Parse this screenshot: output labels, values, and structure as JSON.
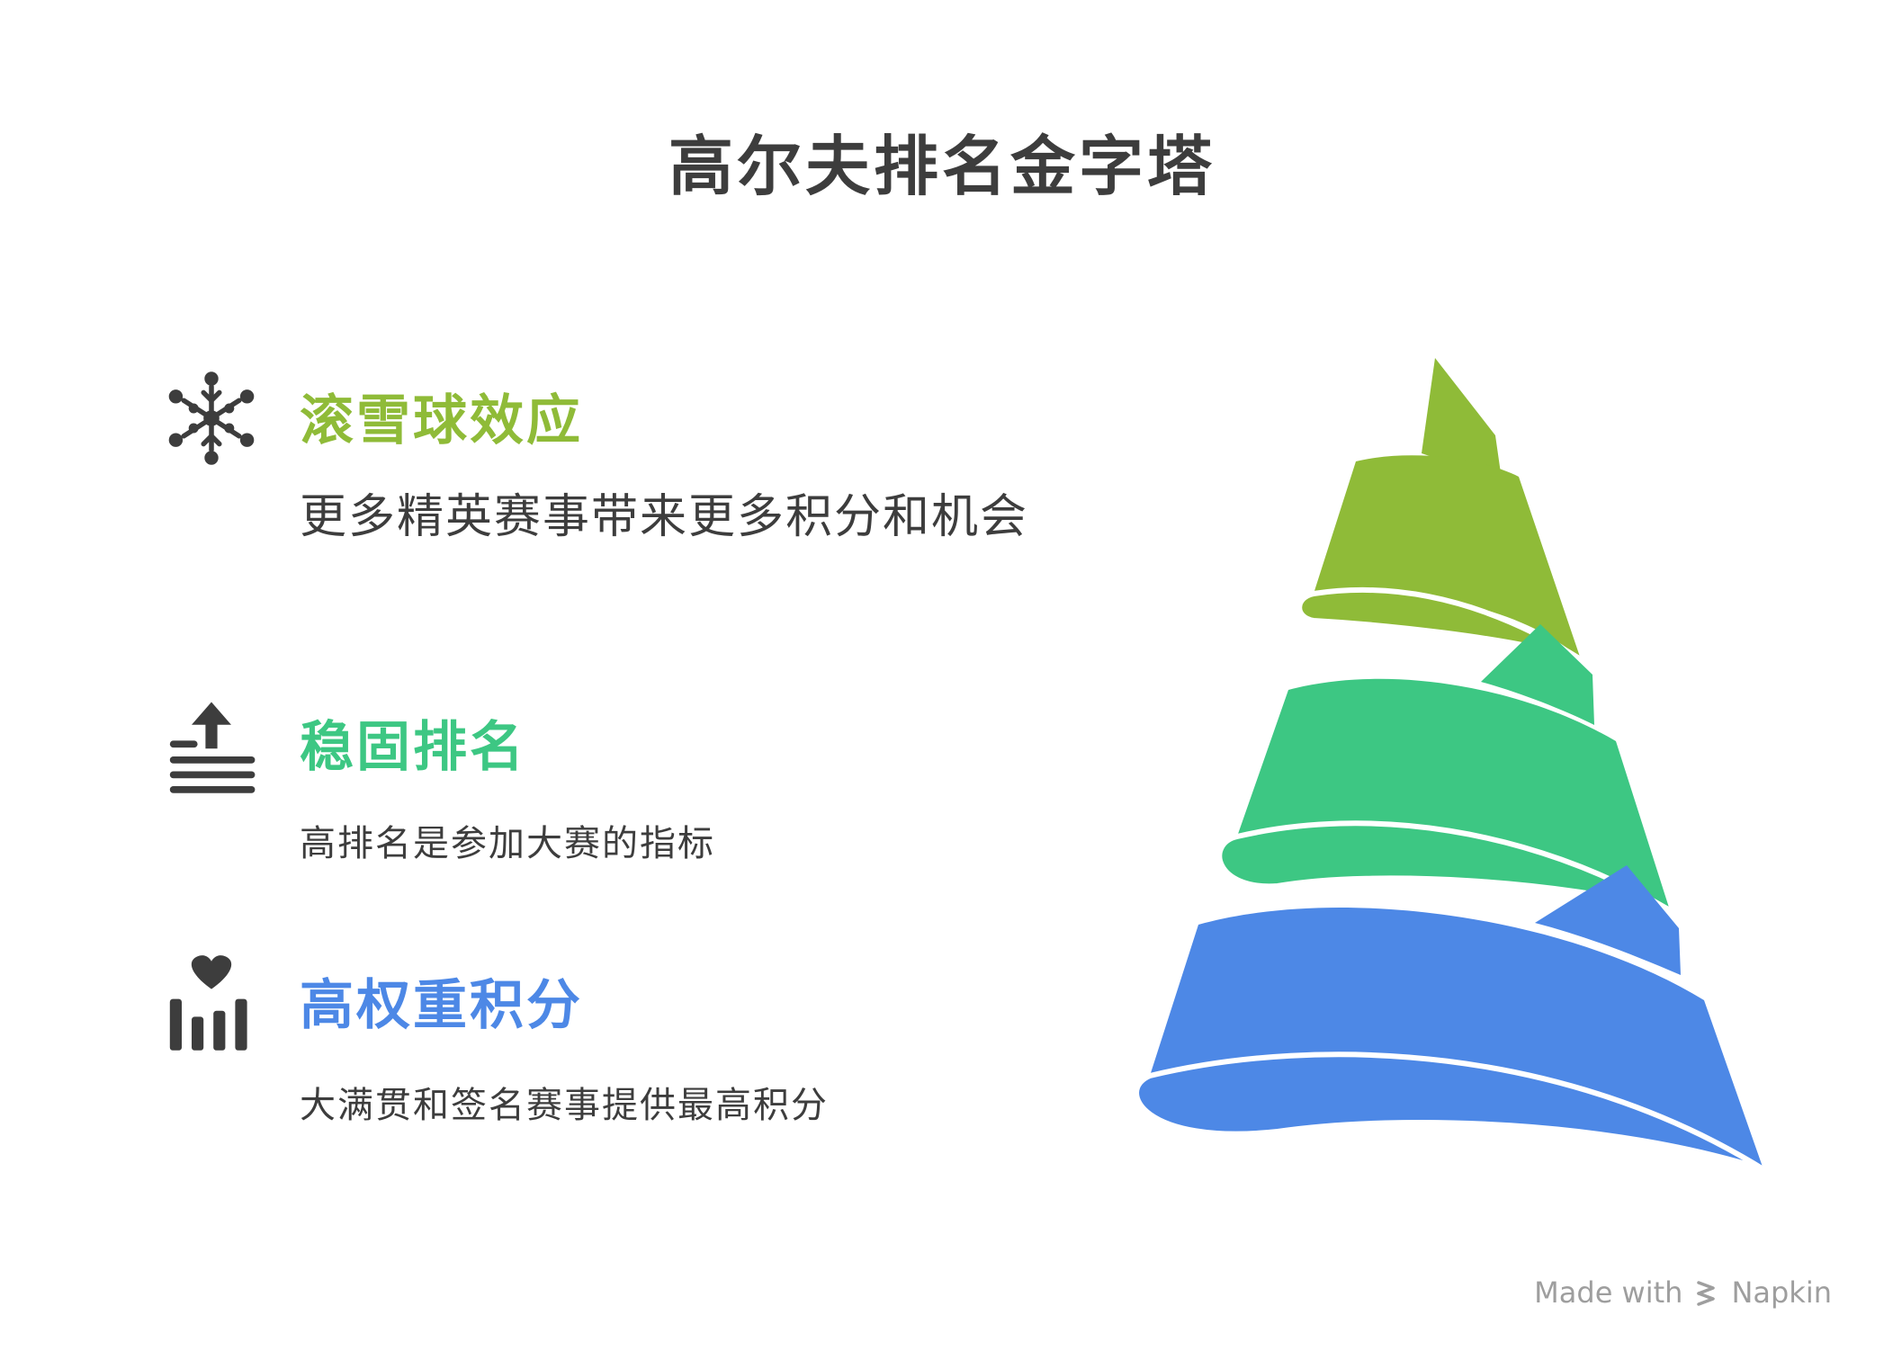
{
  "title": "高尔夫排名金字塔",
  "items": [
    {
      "heading": "滚雪球效应",
      "description": "更多精英赛事带来更多积分和机会",
      "icon": "snowflake-icon",
      "color": "#8fbb38"
    },
    {
      "heading": "稳固排名",
      "description": "高排名是参加大赛的指标",
      "icon": "upload-stack-icon",
      "color": "#3dc783"
    },
    {
      "heading": "高权重积分",
      "description": "大满贯和签名赛事提供最高积分",
      "icon": "heart-bar-chart-icon",
      "color": "#4d88e6"
    }
  ],
  "colors": {
    "title": "#3d3d3d",
    "text": "#3d3d3d",
    "footer": "#9e9e9e"
  },
  "footer": {
    "made_with": "Made with",
    "brand": "Napkin"
  }
}
